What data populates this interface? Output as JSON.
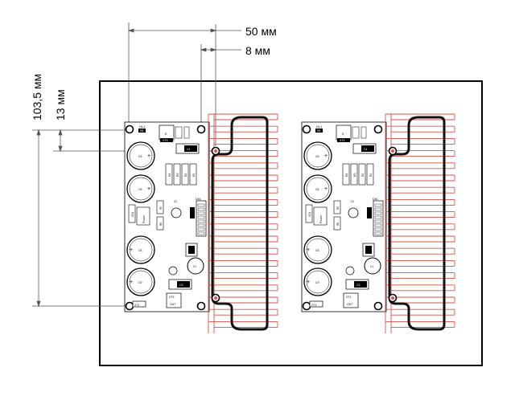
{
  "dimensions": {
    "width_50": "50 мм",
    "width_8": "8 мм",
    "height_103": "103,5 мм",
    "height_13": "13 мм"
  },
  "board": {
    "hl1": "HL1",
    "r8": "R8",
    "xt3": "XT3",
    "k": "K",
    "c4": "C4",
    "c5": "C5",
    "c6": "C6",
    "c8": "C8",
    "c9": "C9",
    "c2": "C2",
    "c3": "C3",
    "c1": "C1",
    "r1": "R1",
    "r2": "R2",
    "r3": "R3",
    "r4": "R4",
    "r5": "R5",
    "r6": "R6",
    "r7": "R7",
    "vd1": "VD1",
    "da1": "DA1",
    "power": "Power",
    "xt1": "XT1",
    "xt2": "XT2",
    "out": "OUT"
  },
  "colors": {
    "outline": "#000000",
    "heatsink": "#d9534a",
    "component_fill": "#ffffff",
    "dark_part": "#111111"
  }
}
